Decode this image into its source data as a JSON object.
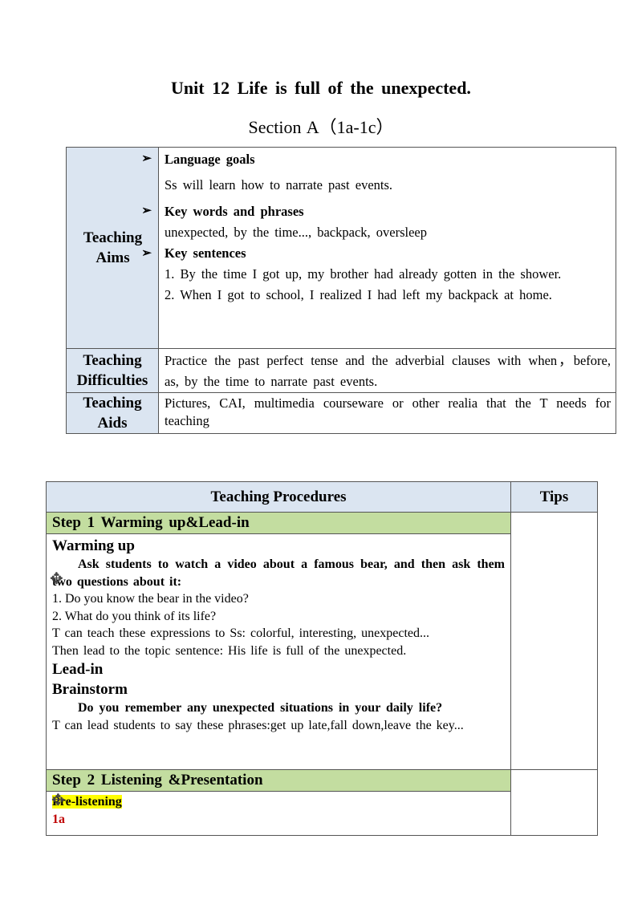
{
  "title": "Unit  12  Life  is  full  of  the  unexpected.",
  "subtitle": "Section  A（1a-1c）",
  "aims": {
    "label_aims": [
      "Teaching",
      "Aims"
    ],
    "goals_head": "Language  goals",
    "goals_text": "Ss  will  learn  how  to  narrate  past  events.",
    "words_head": "Key  words  and  phrases",
    "words_text": "unexpected,  by  the  time...,  backpack,  oversleep",
    "sent_head": "Key  sentences",
    "sent1": "1.  By  the  time  I  got  up,  my  brother  had  already  gotten  in  the  shower.",
    "sent2": "2.  When  I  got  to  school,  I  realized  I  had  left  my  backpack  at  home.",
    "label_diff": [
      "Teaching",
      "Difficulties"
    ],
    "diff_text": "Practice  the  past  perfect  tense  and  the  adverbial  clauses  with  when，before,  as,  by  the  time  to  narrate  past  events.",
    "label_aids": [
      "Teaching",
      "Aids"
    ],
    "aids_text": "Pictures,  CAI,  multimedia  courseware  or  other  realia  that  the  T  needs  for  teaching"
  },
  "procedures": {
    "header": "Teaching  Procedures",
    "tips": "Tips",
    "step1": "Step 1  Warming  up&Lead-in",
    "warm_head": "Warming  up",
    "warm_task": "Ask  students  to  watch  a  video  about  a  famous  bear,  and  then  ask  them  two  questions  about  it:",
    "q1": "1.  Do you know the bear in the video?",
    "q2": "2.  What do you think of its life?",
    "teach_expr": "T  can  teach  these  expressions  to  Ss:  colorful,  interesting,  unexpected...",
    "lead_topic": "Then  lead  to  the  topic  sentence:  His  life  is  full  of  the  unexpected.",
    "lead_head": "Lead-in",
    "brain_head": "Brainstorm",
    "brain_q": "Do you remember any unexpected situations in your daily life?",
    "brain_phr": "T  can  lead  students  to  say  these  phrases:get  up  late,fall  down,leave  the  key...",
    "step2": "Step 2  Listening  &Presentation",
    "pre": "Pre-listening",
    "ex": "1a"
  },
  "icons": {
    "move": "move-cursor-icon",
    "bullet": "arrow-bullet-icon"
  },
  "colors": {
    "label_bg": "#dbe5f1",
    "step_bg": "#c3dda0",
    "highlight": "#ffff00",
    "red": "#c00000"
  }
}
